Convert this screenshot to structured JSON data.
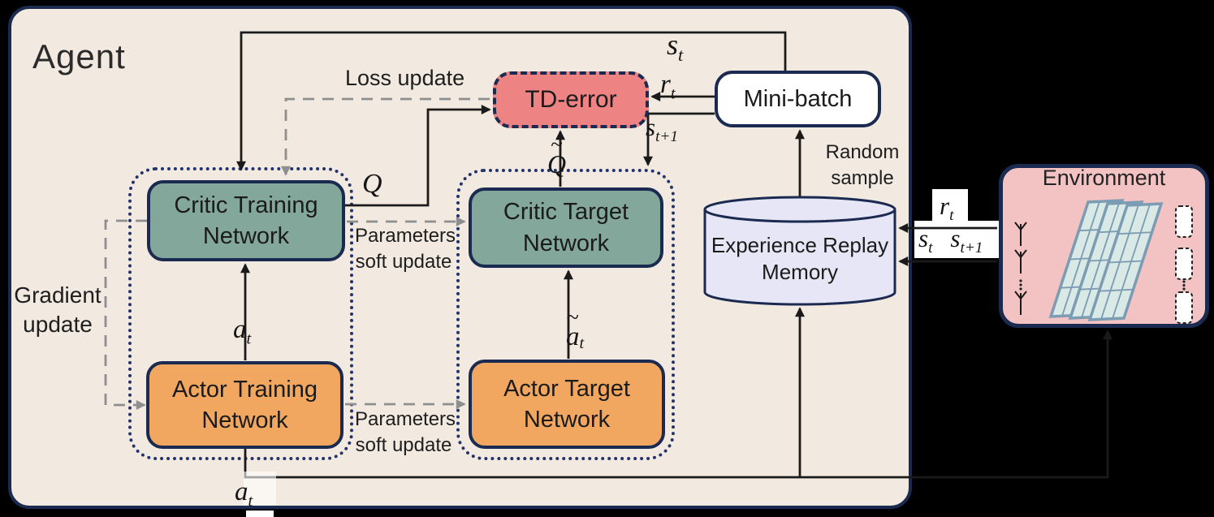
{
  "agent": {
    "title": "Agent"
  },
  "nodes": {
    "critic_training": {
      "line1": "Critic Training",
      "line2": "Network"
    },
    "actor_training": {
      "line1": "Actor Training",
      "line2": "Network"
    },
    "critic_target": {
      "line1": "Critic Target",
      "line2": "Network"
    },
    "actor_target": {
      "line1": "Actor Target",
      "line2": "Network"
    },
    "td_error": {
      "label": "TD-error"
    },
    "mini_batch": {
      "label": "Mini-batch"
    },
    "replay_memory": {
      "line1": "Experience Replay",
      "line2": "Memory"
    },
    "environment": {
      "title": "Environment"
    }
  },
  "edge_labels": {
    "loss_update": "Loss update",
    "gradient_update": {
      "line1": "Gradient",
      "line2": "update"
    },
    "params_soft_update_critic": {
      "line1": "Parameters",
      "line2": "soft update"
    },
    "params_soft_update_actor": {
      "line1": "Parameters",
      "line2": "soft update"
    },
    "random_sample": {
      "line1": "Random",
      "line2": "sample"
    }
  },
  "math": {
    "s_t_top": {
      "base": "s",
      "sub": "t"
    },
    "r_t": {
      "base": "r",
      "sub": "t"
    },
    "s_t_plus_1": {
      "base": "s",
      "sub": "t+1"
    },
    "q": {
      "base": "Q"
    },
    "q_tilde": {
      "tilde": "~",
      "base": "Q"
    },
    "a_t_mid": {
      "base": "a",
      "sub": "t"
    },
    "a_t_tilde": {
      "tilde": "~",
      "base": "a",
      "sub": "t"
    },
    "a_t_bottom": {
      "base": "a",
      "sub": "t"
    },
    "env_r_t": {
      "base": "r",
      "sub": "t"
    },
    "env_s_t": {
      "base": "s",
      "sub": "t"
    },
    "env_s_t_plus_1": {
      "base": "s",
      "sub": "t+1"
    }
  },
  "icons": {
    "environment": [
      "base-station-antenna-icon",
      "ris-panel-icon",
      "user-device-icon",
      "vertical-ellipsis-icon"
    ]
  },
  "colors": {
    "background": "#000000",
    "agent_fill": "#f2eae1",
    "navy_border": "#1b2a50",
    "dotted_group_border": "#22336b",
    "critic_fill": "#84a79b",
    "actor_fill": "#f1a75f",
    "td_error_fill": "#ee8383",
    "mini_batch_fill": "#ffffff",
    "replay_fill": "#e6e6f6",
    "environment_fill": "#f2c3c2",
    "ris_panel_fill": "#d9e9e5",
    "ris_panel_stroke": "#7b9cb3",
    "dashed_gray": "#8e8e8e",
    "line_black": "#1a1a1a"
  }
}
